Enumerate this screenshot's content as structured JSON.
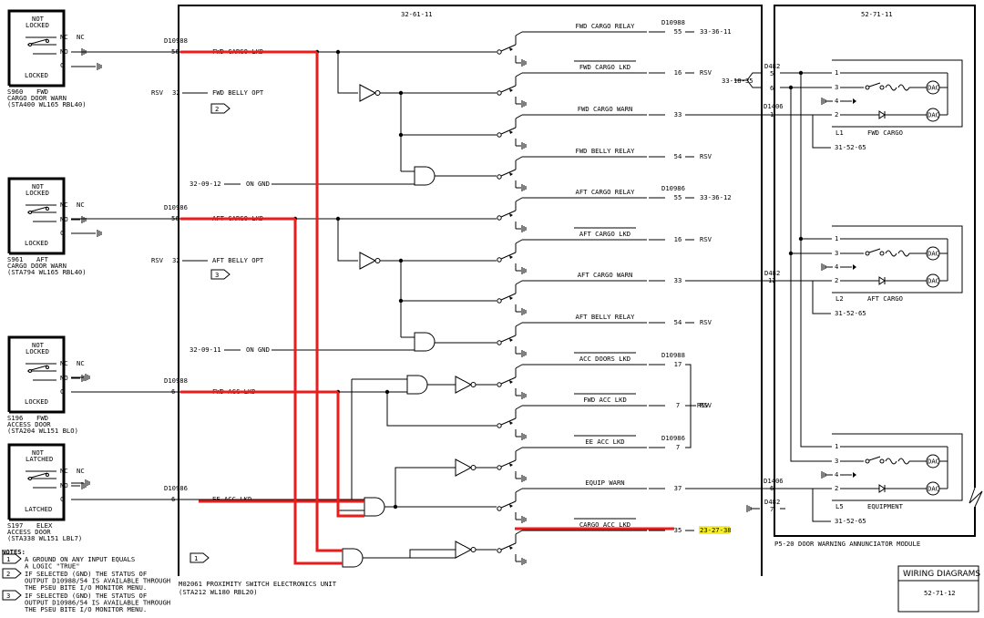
{
  "colors": {
    "highlight_wire": "#ec1c1c",
    "highlight_ref_bg": "#f6ee2c",
    "ink": "#000000",
    "paper": "#ffffff"
  },
  "pseu": {
    "ref": "32-61-11",
    "name": "M02061   PROXIMITY SWITCH ELECTRONICS UNIT",
    "location": "(STA212 WL180 RBL20)",
    "note_flag": "1"
  },
  "annunciator": {
    "ref": "52-71-11",
    "panel": "P5-20",
    "name": "DOOR WARNING ANNUNCIATOR MODULE"
  },
  "title_block": {
    "title": "WIRING DIAGRAMS",
    "number": "52-71-12"
  },
  "switches": [
    {
      "id": "S960",
      "side": "FWD",
      "desc1": "CARGO DOOR WARN",
      "desc2": "(STA400 WL165 RBL40)",
      "top": "NOT",
      "top2": "LOCKED",
      "bottom": "LOCKED",
      "nc": "NC",
      "nc2": "NC",
      "no": "NO",
      "c": "C",
      "conn": "D10988",
      "pin": "56",
      "signal": "FWD CARGO LKD"
    },
    {
      "id": "S961",
      "side": "AFT",
      "desc1": "CARGO DOOR WARN",
      "desc2": "(STA794 WL165 RBL40)",
      "top": "NOT",
      "top2": "LOCKED",
      "bottom": "LOCKED",
      "nc": "NC",
      "nc2": "NC",
      "no": "NO",
      "c": "C",
      "conn": "D10986",
      "pin": "56",
      "signal": "AFT CARGO LKD"
    },
    {
      "id": "S196",
      "side": "FWD",
      "desc1": "ACCESS DOOR",
      "desc2": "(STA204 WL151 BLO)",
      "top": "NOT",
      "top2": "LOCKED",
      "bottom": "LOCKED",
      "nc": "NC",
      "nc2": "NC",
      "no": "NO",
      "c": "C",
      "conn": "D10988",
      "pin": "6",
      "signal": "FWD ACC LKD"
    },
    {
      "id": "S197",
      "side": "ELEX",
      "desc1": "ACCESS DOOR",
      "desc2": "(STA338 WL151 LBL7)",
      "top": "NOT",
      "top2": "LATCHED",
      "bottom": "LATCHED",
      "nc": "NC",
      "nc2": "NC",
      "no": "NO",
      "c": "C",
      "conn": "D10986",
      "pin": "6",
      "signal": "EE ACC LKD"
    }
  ],
  "rsv_inputs": [
    {
      "label": "RSV",
      "pin": "32",
      "signal": "FWD BELLY OPT",
      "flag": "2"
    },
    {
      "label": "RSV",
      "pin": "32",
      "signal": "AFT BELLY OPT",
      "flag": "3"
    }
  ],
  "gnd_inputs": [
    {
      "ref": "32-09-12",
      "signal": "ON GND"
    },
    {
      "ref": "32-09-11",
      "signal": "ON GND"
    }
  ],
  "outputs": [
    {
      "label": "FWD CARGO RELAY",
      "bar": false,
      "conn": "D10988",
      "pin": "55",
      "dest": "33-36-11"
    },
    {
      "label": "FWD CARGO LKD",
      "bar": true,
      "conn": "",
      "pin": "16",
      "dest": "RSV"
    },
    {
      "label": "FWD CARGO WARN",
      "bar": false,
      "conn": "",
      "pin": "33",
      "dest": ""
    },
    {
      "label": "FWD BELLY RELAY",
      "bar": false,
      "conn": "",
      "pin": "54",
      "dest": "RSV"
    },
    {
      "label": "AFT CARGO RELAY",
      "bar": false,
      "conn": "D10986",
      "pin": "55",
      "dest": "33-36-12"
    },
    {
      "label": "AFT CARGO LKD",
      "bar": true,
      "conn": "",
      "pin": "16",
      "dest": "RSV"
    },
    {
      "label": "AFT CARGO WARN",
      "bar": false,
      "conn": "",
      "pin": "33",
      "dest": ""
    },
    {
      "label": "AFT BELLY RELAY",
      "bar": false,
      "conn": "",
      "pin": "54",
      "dest": "RSV"
    },
    {
      "label": "ACC DOORS LKD",
      "bar": true,
      "conn": "D10988",
      "pin": "17",
      "dest": ""
    },
    {
      "label": "FWD ACC LKD",
      "bar": true,
      "conn": "",
      "pin": "7",
      "dest": "RSV"
    },
    {
      "label": "EE ACC LKD",
      "bar": true,
      "conn": "D10986",
      "pin": "7",
      "dest": ""
    },
    {
      "label": "EQUIP WARN",
      "bar": false,
      "conn": "",
      "pin": "37",
      "dest": ""
    },
    {
      "label": "CARGO ACC LKD",
      "bar": true,
      "conn": "",
      "pin": "35",
      "dest": "23-27-38"
    }
  ],
  "annun_conns": {
    "d482": "D482",
    "d482_pin5": "5",
    "d482_pin6": "6",
    "ref_33_18_35": "33-18-35",
    "d1406": "D1406",
    "d1406_pin1": "1",
    "d482_pin12": "12",
    "d1406_pin6": "6",
    "d482_pin7": "7"
  },
  "lights": [
    {
      "name": "L1",
      "label": "FWD CARGO",
      "ref": "31-52-65",
      "pins": [
        "1",
        "3",
        "4",
        "2"
      ]
    },
    {
      "name": "L2",
      "label": "AFT CARGO",
      "ref": "31-52-65",
      "pins": [
        "1",
        "3",
        "4",
        "2"
      ]
    },
    {
      "name": "L5",
      "label": "EQUIPMENT",
      "ref": "31-52-65",
      "pins": [
        "1",
        "3",
        "4",
        "2"
      ]
    }
  ],
  "lamp_text": "DAC",
  "notes": {
    "heading": "NOTES:",
    "items": [
      {
        "flag": "1",
        "lines": [
          "A GROUND ON ANY INPUT EQUALS",
          "A LOGIC \"TRUE\""
        ]
      },
      {
        "flag": "2",
        "lines": [
          "IF SELECTED (GND) THE STATUS OF",
          "OUTPUT D10988/54 IS AVAILABLE THROUGH",
          "THE PSEU BITE I/O MONITOR MENU."
        ]
      },
      {
        "flag": "3",
        "lines": [
          "IF SELECTED (GND) THE STATUS OF",
          "OUTPUT D10986/54 IS AVAILABLE THROUGH",
          "THE PSEU BITE I/O MONITOR MENU."
        ]
      }
    ]
  }
}
